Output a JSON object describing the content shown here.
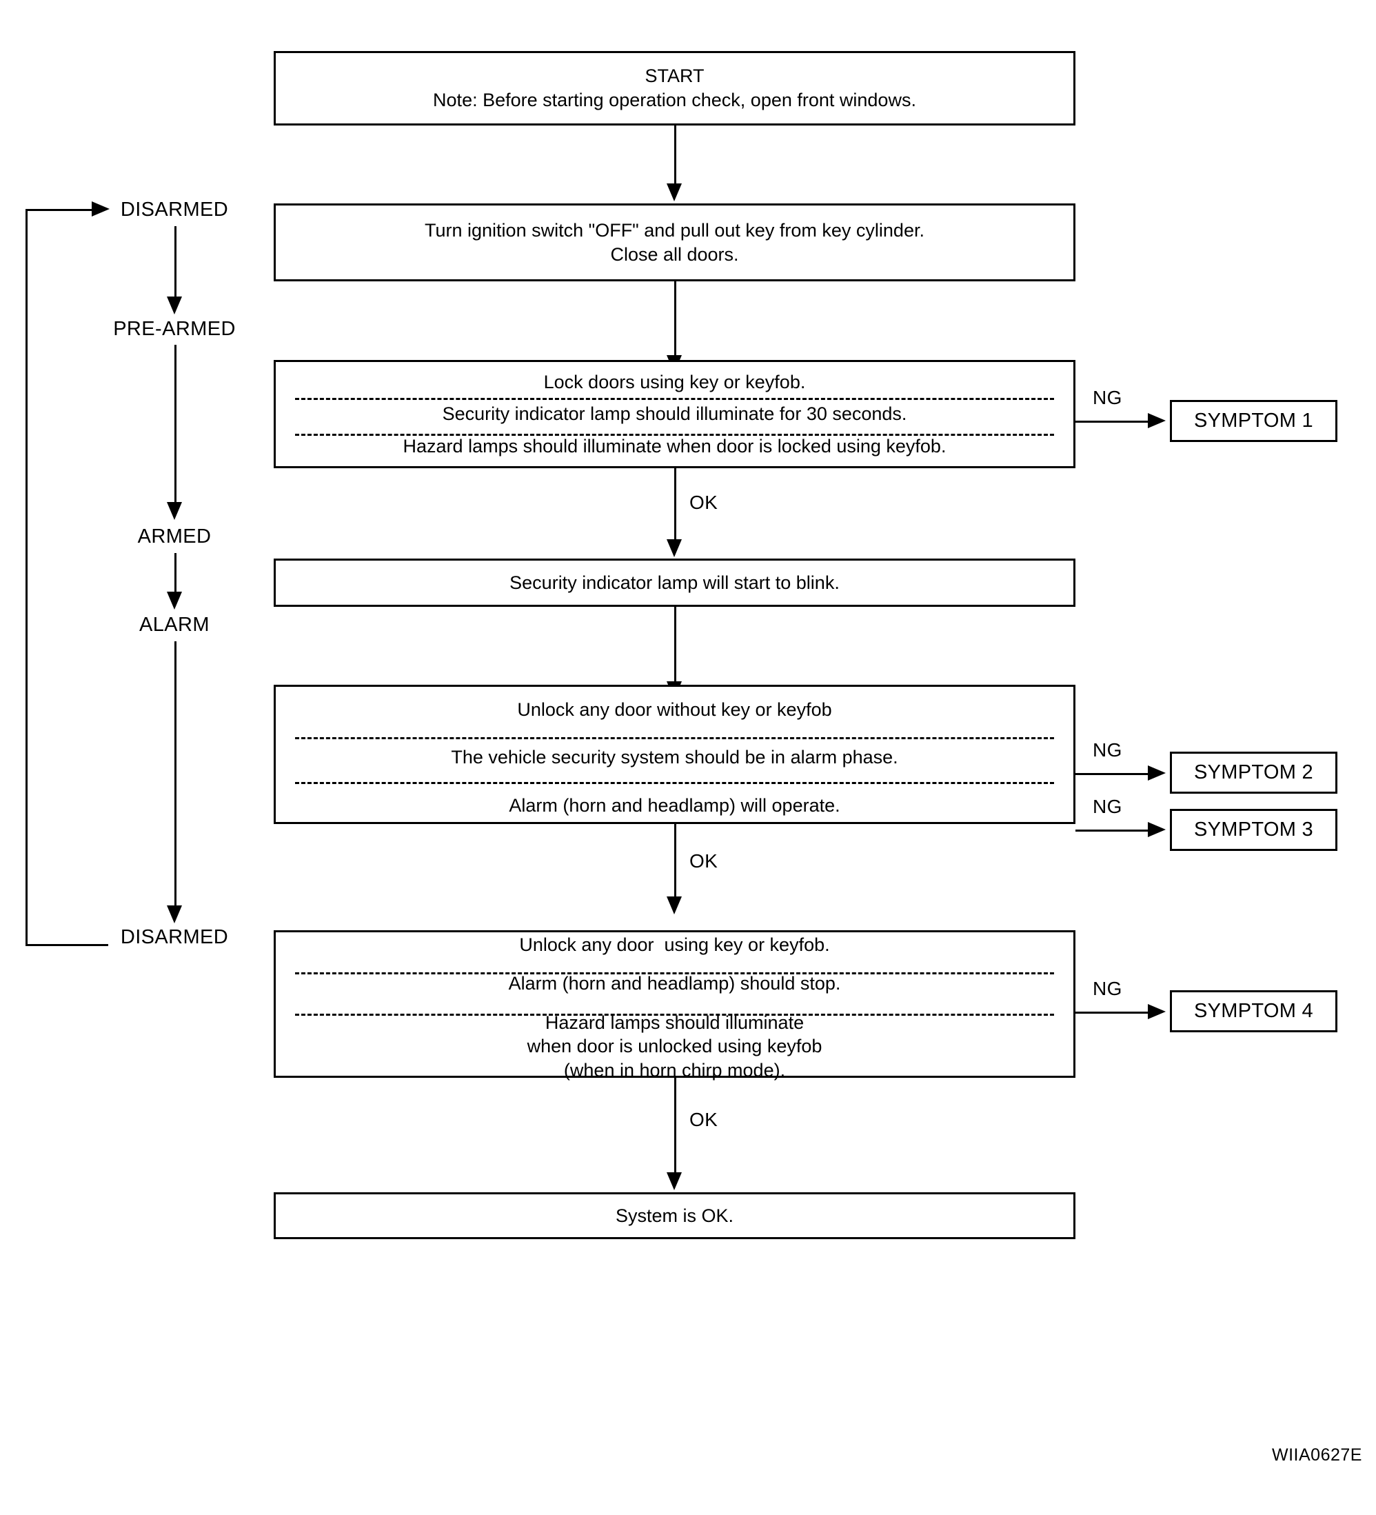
{
  "figure": {
    "id_code": "WIIA0627E",
    "type": "flowchart",
    "title": "Vehicle Security System Operation Check"
  },
  "state_labels": [
    {
      "text": "DISARMED",
      "name": "state-disarmed-top"
    },
    {
      "text": "PRE-ARMED",
      "name": "state-pre-armed"
    },
    {
      "text": "ARMED",
      "name": "state-armed"
    },
    {
      "text": "ALARM",
      "name": "state-alarm"
    },
    {
      "text": "DISARMED",
      "name": "state-disarmed-bottom"
    }
  ],
  "steps": [
    {
      "name": "start",
      "lines": [
        "START",
        "Note: Before starting operation check, open front windows."
      ]
    },
    {
      "name": "ignition-off",
      "lines": [
        "Turn ignition switch \"OFF\" and pull out key from key cylinder.",
        "Close all doors."
      ]
    },
    {
      "name": "lock-doors",
      "segments": [
        "Lock doors using key or keyfob.",
        "Security indicator lamp should illuminate for 30 seconds.",
        "Hazard lamps should illuminate when door is locked using keyfob."
      ]
    },
    {
      "name": "indicator-blink",
      "segments": [
        "Security indicator lamp will start to blink."
      ]
    },
    {
      "name": "unlock-without-key",
      "segments": [
        "Unlock any door without key or keyfob",
        "The vehicle security system should be in alarm phase.",
        "Alarm (horn and headlamp) will operate."
      ]
    },
    {
      "name": "unlock-with-key",
      "segments": [
        "Unlock any door  using key or keyfob.",
        "Alarm (horn and headlamp) should stop.",
        "Hazard lamps should illuminate\nwhen door is unlocked using keyfob\n(when in horn chirp mode)."
      ]
    },
    {
      "name": "system-ok",
      "segments": [
        "System is OK."
      ]
    }
  ],
  "symptoms": [
    {
      "label": "SYMPTOM 1",
      "name": "symptom-1"
    },
    {
      "label": "SYMPTOM 2",
      "name": "symptom-2"
    },
    {
      "label": "SYMPTOM 3",
      "name": "symptom-3"
    },
    {
      "label": "SYMPTOM 4",
      "name": "symptom-4"
    }
  ],
  "edges": {
    "ok": "OK",
    "ng": "NG"
  },
  "colors": {
    "line": "#000000",
    "background": "#ffffff",
    "text": "#000000"
  }
}
